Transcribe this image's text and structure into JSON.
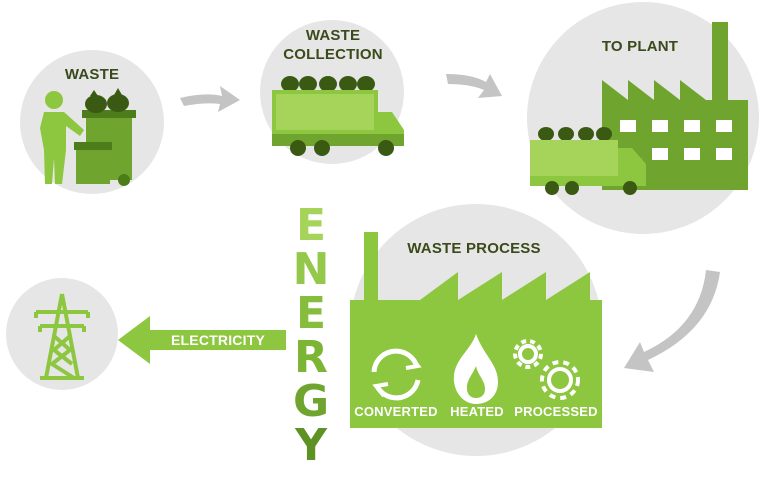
{
  "steps": {
    "waste": "WASTE",
    "collection_line1": "WASTE",
    "collection_line2": "COLLECTION",
    "to_plant": "TO PLANT",
    "waste_process": "WASTE PROCESS",
    "electricity": "ELECTRICITY"
  },
  "process_stages": {
    "converted": "CONVERTED",
    "heated": "HEATED",
    "processed": "PROCESSED"
  },
  "energy_letters": [
    "E",
    "N",
    "E",
    "R",
    "G",
    "Y"
  ],
  "colors": {
    "green": "#8dc63f",
    "dark_green": "#4d7c1a",
    "circle_gray": "#e6e6e6",
    "arrow_gray": "#c4c4c4",
    "text_dark": "#3a4a1a"
  },
  "icons": [
    "person-icon",
    "bin-icon",
    "garbage-bag-icon",
    "garbage-truck-icon",
    "factory-icon",
    "recycle-icon",
    "flame-icon",
    "gears-icon",
    "power-tower-icon"
  ]
}
